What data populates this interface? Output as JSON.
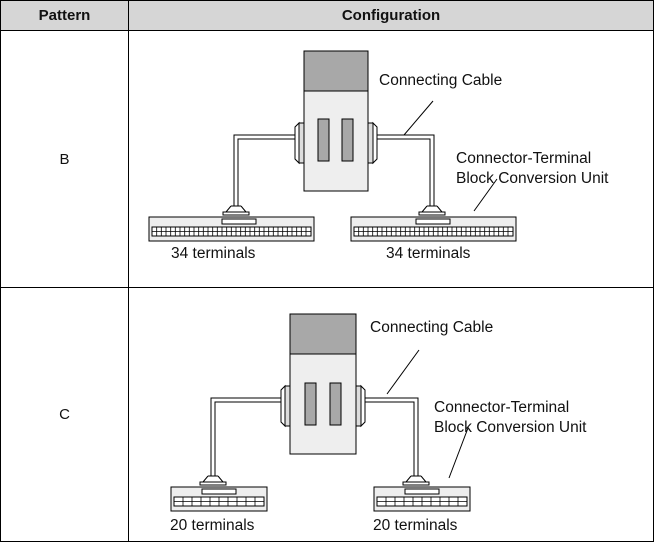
{
  "table": {
    "headers": {
      "pattern": "Pattern",
      "configuration": "Configuration"
    },
    "rows": [
      {
        "pattern": "B",
        "cable_label": "Connecting Cable",
        "unit_label_line1": "Connector-Terminal",
        "unit_label_line2": "Block Conversion Unit",
        "left_terminals": "34 terminals",
        "right_terminals": "34 terminals"
      },
      {
        "pattern": "C",
        "cable_label": "Connecting Cable",
        "unit_label_line1": "Connector-Terminal",
        "unit_label_line2": "Block Conversion Unit",
        "left_terminals": "20 terminals",
        "right_terminals": "20 terminals"
      }
    ]
  },
  "colors": {
    "header_bg": "#d6d6d6",
    "unit_top": "#a8a8a8",
    "unit_body": "#eeeeee"
  }
}
